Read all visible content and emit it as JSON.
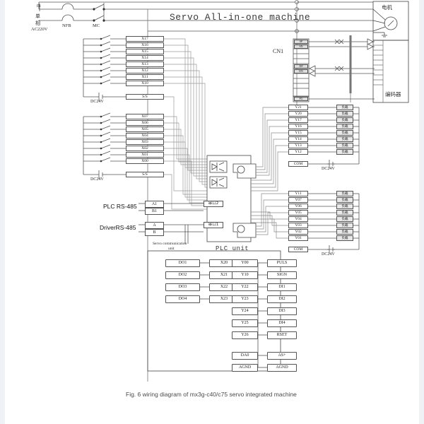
{
  "figure": {
    "title": "Servo All-in-one machine",
    "caption": "Fig. 6 wiring diagram of mx3g-c40/c75 servo integrated machine"
  },
  "power": {
    "phase_line1": "单",
    "phase_line2": "相",
    "voltage": "AC220V",
    "breaker": "NFB",
    "contactor": "MC",
    "terminal_marker": "m"
  },
  "dc_supplies": {
    "input_upper": "DC24V",
    "input_lower": "DC24V",
    "output_upper": "DC24V",
    "output_lower": "DC24V"
  },
  "input_block_upper": {
    "terminals": [
      "X17",
      "X16",
      "X15",
      "X14",
      "X13",
      "X12",
      "X11",
      "X10",
      "S/S"
    ]
  },
  "input_block_lower": {
    "terminals": [
      "X07",
      "X06",
      "X05",
      "X04",
      "X03",
      "X02",
      "X01",
      "X00",
      "S/S"
    ]
  },
  "output_block_upper": {
    "terminals": [
      "Y21",
      "Y20",
      "Y17",
      "Y16",
      "Y15",
      "Y14",
      "Y13",
      "Y12",
      "COM"
    ],
    "loads": [
      "负载",
      "负载",
      "负载",
      "负载",
      "负载",
      "负载",
      "负载",
      "负载"
    ]
  },
  "output_block_lower": {
    "terminals": [
      "Y11",
      "Y07",
      "Y06",
      "Y05",
      "Y04",
      "Y03",
      "Y02",
      "Y01",
      "COM"
    ],
    "loads": [
      "负载",
      "负载",
      "负载",
      "负载",
      "负载",
      "负载",
      "负载",
      "负载"
    ]
  },
  "serial": {
    "plc_rs485_label": "PLC RS-485",
    "plc_terminals": [
      "A1",
      "B1"
    ],
    "driver_rs485_label": "DriverRS-485",
    "driver_terminals": [
      "A",
      "B"
    ],
    "port2": "串口2",
    "port1": "串口1",
    "comm_unit_line1": "Servo communication",
    "comm_unit_line2": "unit"
  },
  "plc_unit": {
    "label": "PLC unit",
    "left_pairs": [
      {
        "from": "DO1",
        "to": "X20"
      },
      {
        "from": "DO2",
        "to": "X21"
      },
      {
        "from": "DO3",
        "to": "X22"
      },
      {
        "from": "DO4",
        "to": "X23"
      }
    ],
    "right_pairs": [
      {
        "from": "Y00",
        "to": "PULS"
      },
      {
        "from": "Y10",
        "to": "SIGN"
      },
      {
        "from": "Y22",
        "to": "DI1"
      },
      {
        "from": "Y23",
        "to": "DI2"
      },
      {
        "from": "Y24",
        "to": "DI3"
      },
      {
        "from": "Y25",
        "to": "DI4"
      },
      {
        "from": "Y26",
        "to": "RSET"
      }
    ],
    "analog_pairs": [
      {
        "from": "DA0",
        "to": "AS+"
      },
      {
        "from": "AGND",
        "to": "AGND"
      }
    ]
  },
  "cn1": {
    "label": "CN1",
    "terminals": [
      "SP",
      "SN",
      "",
      "",
      "",
      "DP",
      "DN",
      "",
      "",
      "",
      ""
    ],
    "shield_terminal": "FG"
  },
  "motor": {
    "label": "电机",
    "encoder_label": "编码器"
  },
  "colors": {
    "line": "#555555",
    "bus": "#7a7a7a",
    "frame": "#444444",
    "load_fill": "#e8e8e8",
    "page_edge": "#eef2f7"
  }
}
